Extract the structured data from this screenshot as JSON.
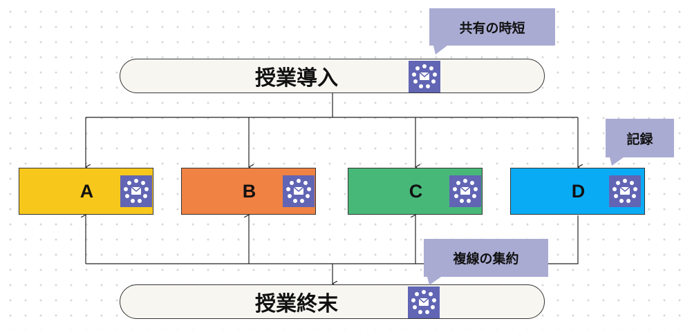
{
  "diagram": {
    "top_node": {
      "label": "授業導入"
    },
    "bottom_node": {
      "label": "授業終末"
    },
    "nodes": [
      {
        "label": "A",
        "color": "#f7c81b"
      },
      {
        "label": "B",
        "color": "#f08244"
      },
      {
        "label": "C",
        "color": "#48b879"
      },
      {
        "label": "D",
        "color": "#0aabf5"
      }
    ],
    "callouts": {
      "share": "共有の時短",
      "record": "記録",
      "gather": "複線の集約"
    },
    "icon": {
      "name": "teams-network-icon",
      "color": "#6165b4"
    }
  }
}
